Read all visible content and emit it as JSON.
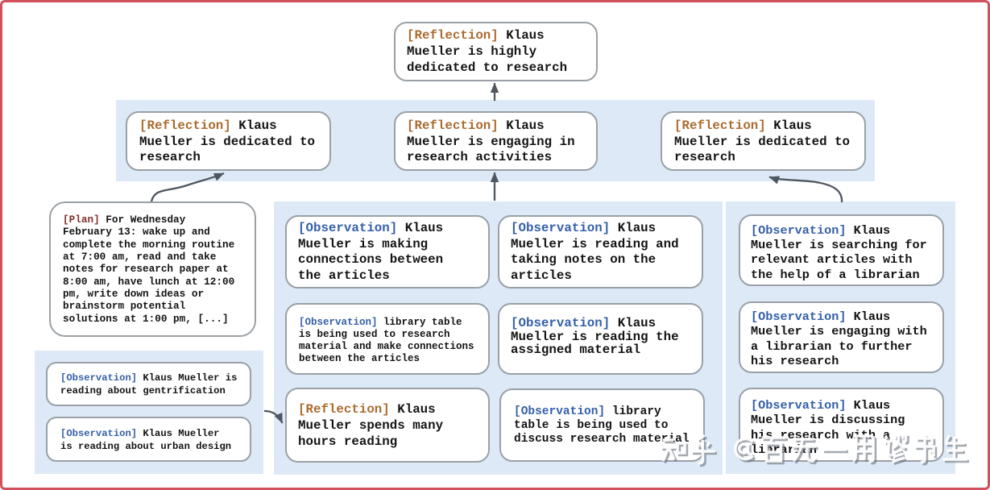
{
  "diagram": {
    "description": "Memory tree diagram of generative agent Klaus Mueller showing observations, reflections and a plan",
    "frame_color": "#d0505d",
    "panel_color": "#dee9f8",
    "box_border_color": "#9aa0a5",
    "arrow_color": "#4f565e",
    "label_colors": {
      "reflection": "#ab6c2f",
      "observation": "#3560a8",
      "plan": "#83302b"
    },
    "text_color": "#141414"
  },
  "nodes": {
    "root": {
      "label": "[Reflection]",
      "text": " Klaus\nMueller is highly\ndedicated to research"
    },
    "ref1": {
      "label": "[Reflection]",
      "text": " Klaus\nMueller is dedicated to\nresearch"
    },
    "ref2": {
      "label": "[Reflection]",
      "text": " Klaus\nMueller is engaging in\nresearch activities"
    },
    "ref3": {
      "label": "[Reflection]",
      "text": " Klaus\nMueller is dedicated to\nresearch"
    },
    "plan": {
      "label": "[Plan]",
      "text": " For Wednesday\nFebruary 13: wake up and\ncomplete the morning routine\nat 7:00 am, read and take\nnotes for research paper at\n8:00 am, have lunch at 12:00\npm, write down ideas or\nbrainstorm potential\nsolutions at 1:00 pm, [...]"
    },
    "obs_gentrification": {
      "label": "[Observation]",
      "text": " Klaus Mueller is\nreading about gentrification"
    },
    "obs_urban_design": {
      "label": "[Observation]",
      "text": " Klaus Mueller\nis reading about urban design"
    },
    "mid_r1_left": {
      "label": "[Observation]",
      "text": " Klaus\nMueller is making\nconnections between\nthe articles"
    },
    "mid_r1_right": {
      "label": "[Observation]",
      "text": " Klaus\nMueller is reading and\ntaking notes on the\narticles"
    },
    "mid_r2_left": {
      "label": "[Observation]",
      "text": " library table\nis being used to research\nmaterial and make connections\nbetween the articles"
    },
    "mid_r2_right": {
      "label": "[Observation]",
      "text": " Klaus\nMueller is reading the\nassigned material"
    },
    "mid_r3_left": {
      "label": "[Reflection]",
      "text": " Klaus\nMueller spends many\nhours reading"
    },
    "mid_r3_right": {
      "label": "[Observation]",
      "text": " library\ntable is being used to\ndiscuss research material"
    },
    "right_1": {
      "label": "[Observation]",
      "text": " Klaus\nMueller is searching for\nrelevant articles with\nthe help of a librarian"
    },
    "right_2": {
      "label": "[Observation]",
      "text": " Klaus\nMueller is engaging with\na librarian to further\nhis research"
    },
    "right_3": {
      "label": "[Observation]",
      "text": " Klaus\nMueller is discussing\nhis research with a\nlibrarian"
    }
  },
  "watermark": {
    "text": "知乎 @百无一用谬书生"
  }
}
